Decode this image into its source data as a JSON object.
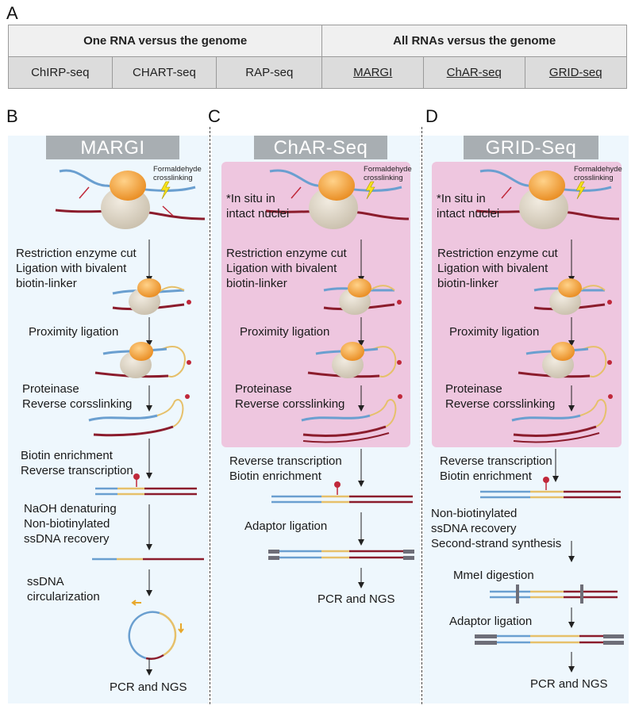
{
  "panels": {
    "a": "A",
    "b": "B",
    "c": "C",
    "d": "D"
  },
  "table": {
    "left_header": "One RNA versus the genome",
    "right_header": "All RNAs versus the genome",
    "left_methods": [
      "ChIRP-seq",
      "CHART-seq",
      "RAP-seq"
    ],
    "right_methods": [
      "MARGI",
      "ChAR-seq",
      "GRID-seq"
    ]
  },
  "margi": {
    "title": "MARGI",
    "crosslink": [
      "Formaldehyde",
      "crosslinking"
    ],
    "steps": [
      [
        "Restriction enzyme cut",
        "Ligation with bivalent",
        "biotin-linker"
      ],
      [
        "Proximity ligation"
      ],
      [
        "Proteinase",
        "Reverse corsslinking"
      ],
      [
        "Biotin enrichment",
        "Reverse transcription"
      ],
      [
        "NaOH denaturing",
        "Non-biotinylated",
        "ssDNA recovery"
      ],
      [
        "ssDNA",
        "circularization"
      ],
      [
        "PCR and NGS"
      ]
    ]
  },
  "charseq": {
    "title": "ChAR-Seq",
    "crosslink": [
      "Formaldehyde",
      "crosslinking"
    ],
    "insitu": [
      "*In situ in",
      "intact nuclei"
    ],
    "steps": [
      [
        "Restriction enzyme cut",
        "Ligation with bivalent",
        "biotin-linker"
      ],
      [
        "Proximity ligation"
      ],
      [
        "Proteinase",
        "Reverse corsslinking"
      ],
      [
        "Reverse transcription",
        "Biotin enrichment"
      ],
      [
        "Adaptor ligation"
      ],
      [
        "PCR and NGS"
      ]
    ]
  },
  "gridseq": {
    "title": "GRID-Seq",
    "crosslink": [
      "Formaldehyde",
      "crosslinking"
    ],
    "insitu": [
      "*In situ in",
      "intact nuclei"
    ],
    "steps": [
      [
        "Restriction enzyme cut",
        "Ligation with bivalent",
        "biotin-linker"
      ],
      [
        "Proximity ligation"
      ],
      [
        "Proteinase",
        "Reverse corsslinking"
      ],
      [
        "Reverse transcription",
        "Biotin enrichment"
      ],
      [
        "Non-biotinylated",
        "ssDNA recovery",
        "Second-strand synthesis"
      ],
      [
        "MmeI digestion"
      ],
      [
        "Adaptor ligation"
      ],
      [
        "PCR and NGS"
      ]
    ]
  },
  "colors": {
    "rna": "#6a9fd0",
    "dna": "#8b1c2c",
    "linker": "#e6c06a",
    "biotin": "#c0283a",
    "protein_top": "#f39a2c",
    "protein_body": "#d8cfbe",
    "pink": "#eec6df",
    "column_bg": "#eef7fd",
    "title_box": "#a8aeb2"
  }
}
